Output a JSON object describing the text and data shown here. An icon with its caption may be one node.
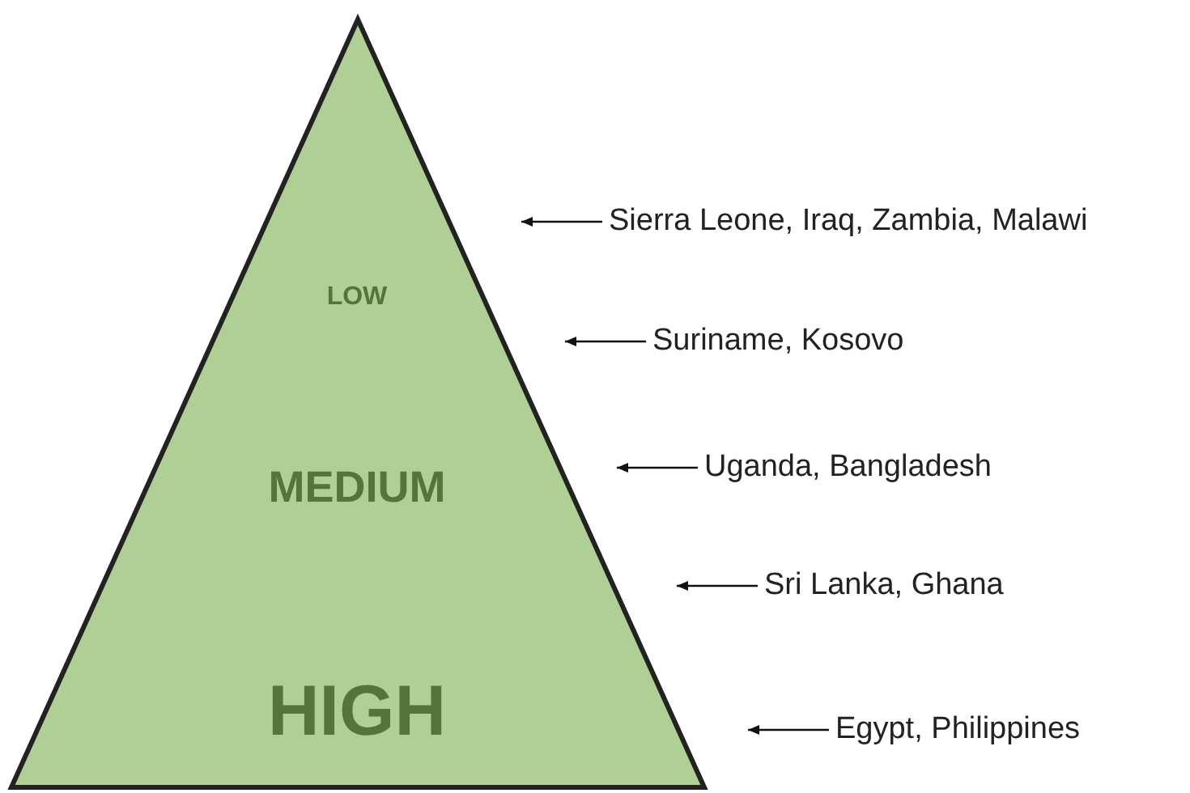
{
  "diagram": {
    "nodes": [
      {
        "text": [
          "LOW",
          "MEDIUM",
          "HIGH"
        ]
      },
      {
        "text": [
          "Sierra Leone, Iraq, Zambia, Malawi"
        ]
      },
      {
        "text": [
          "Suriname, Kosovo"
        ]
      },
      {
        "text": [
          "Uganda, Bangladesh"
        ]
      },
      {
        "text": [
          "Sri Lanka, Ghana"
        ]
      },
      {
        "text": [
          "Egypt, Philippines"
        ]
      }
    ],
    "edges": [
      {
        "from": 1,
        "to": null,
        "arrow": "to"
      },
      {
        "from": 2,
        "to": null,
        "arrow": "to"
      },
      {
        "from": 3,
        "to": null,
        "arrow": "to"
      },
      {
        "from": 4,
        "to": null,
        "arrow": "to"
      },
      {
        "from": 5,
        "to": null,
        "arrow": "to"
      }
    ]
  }
}
